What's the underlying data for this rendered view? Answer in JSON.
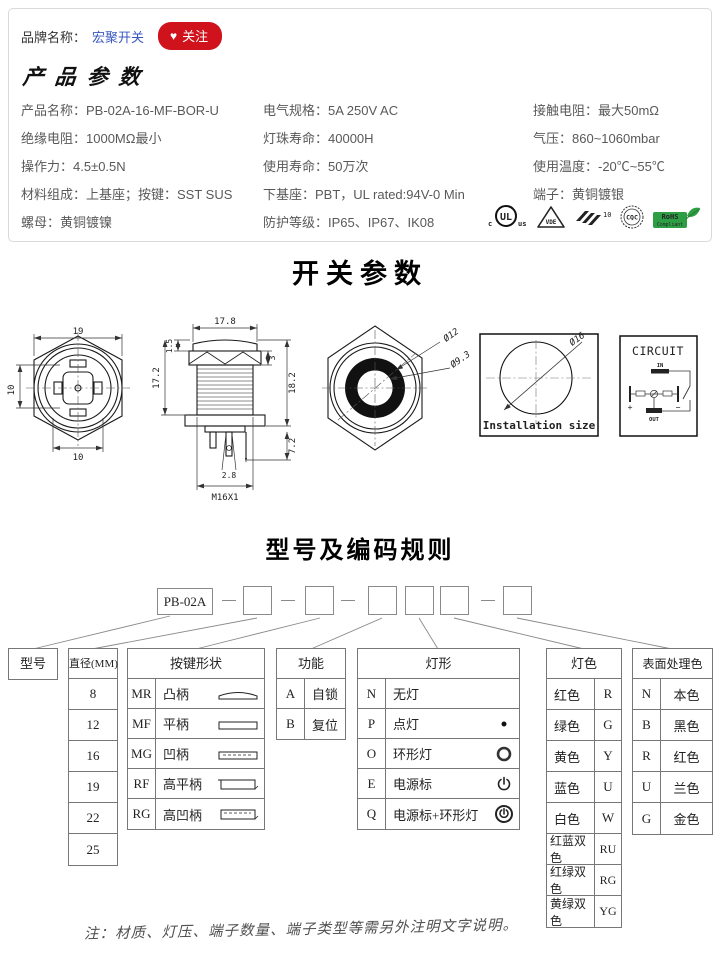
{
  "header": {
    "brand_label": "品牌名称：",
    "brand_name": "宏聚开关",
    "follow_button": "关注",
    "heart_icon": "♥"
  },
  "product_params": {
    "title": "产品参数",
    "col1": [
      "产品名称：PB-02A-16-MF-BOR-U",
      "绝缘电阻：1000MΩ最小",
      "操作力：4.5±0.5N",
      "材料组成：上基座；按键：SST SUS",
      "螺母：黄铜镀镍"
    ],
    "col2": [
      "电气规格：5A 250V AC",
      "灯珠寿命：40000H",
      "使用寿命：50万次",
      "下基座：PBT，UL rated:94V-0 Min",
      "防护等级：IP65、IP67、IK08"
    ],
    "col3": [
      "接触电阻：最大50mΩ",
      "气压：860~1060mbar",
      "使用温度：-20℃~55℃",
      "端子：黄铜镀银"
    ]
  },
  "certifications": {
    "ul_c": "c",
    "ul": "UL",
    "ul_us": "us",
    "vde": "VDE",
    "enec_num": "10",
    "cqc": "CQC",
    "rohs_line1": "RoHS",
    "rohs_line2": "Compliant"
  },
  "switch_params": {
    "title": "开关参数",
    "dims": {
      "d19": "19",
      "d10_left": "10",
      "d10_bottom": "10",
      "d15": "1.5",
      "d178": "17.8",
      "d3": "3",
      "d172": "17.2",
      "d182": "18.2",
      "d72": "7.2",
      "d28": "2.8",
      "thread": "M16X1",
      "dia12": "Ø12",
      "dia93": "Ø9.3",
      "dia16": "Ø16"
    },
    "installation_label": "Installation size",
    "circuit": {
      "title": "CIRCUIT",
      "in": "IN",
      "out": "OUT",
      "plus": "+",
      "minus": "−"
    }
  },
  "model_coding": {
    "title": "型号及编码规则",
    "prefix": "PB-02A",
    "model": {
      "header": "型号"
    },
    "diameter": {
      "header": "直径(MM)",
      "values": [
        "8",
        "12",
        "16",
        "19",
        "22",
        "25"
      ]
    },
    "button_shape": {
      "header": "按键形状",
      "rows": [
        {
          "code": "MR",
          "name": "凸柄"
        },
        {
          "code": "MF",
          "name": "平柄"
        },
        {
          "code": "MG",
          "name": "凹柄"
        },
        {
          "code": "RF",
          "name": "高平柄"
        },
        {
          "code": "RG",
          "name": "高凹柄"
        }
      ]
    },
    "function": {
      "header": "功能",
      "rows": [
        {
          "code": "A",
          "name": "自锁"
        },
        {
          "code": "B",
          "name": "复位"
        }
      ]
    },
    "lamp_shape": {
      "header": "灯形",
      "rows": [
        {
          "code": "N",
          "name": "无灯"
        },
        {
          "code": "P",
          "name": "点灯"
        },
        {
          "code": "O",
          "name": "环形灯"
        },
        {
          "code": "E",
          "name": "电源标"
        },
        {
          "code": "Q",
          "name": "电源标+环形灯"
        }
      ]
    },
    "lamp_color": {
      "header": "灯色",
      "rows": [
        {
          "name": "红色",
          "code": "R"
        },
        {
          "name": "绿色",
          "code": "G"
        },
        {
          "name": "黄色",
          "code": "Y"
        },
        {
          "name": "蓝色",
          "code": "U"
        },
        {
          "name": "白色",
          "code": "W"
        },
        {
          "name": "红蓝双色",
          "code": "RU"
        },
        {
          "name": "红绿双色",
          "code": "RG"
        },
        {
          "name": "黄绿双色",
          "code": "YG"
        }
      ]
    },
    "surface_color": {
      "header": "表面处理色",
      "rows": [
        {
          "code": "N",
          "name": "本色"
        },
        {
          "code": "B",
          "name": "黑色"
        },
        {
          "code": "R",
          "name": "红色"
        },
        {
          "code": "U",
          "name": "兰色"
        },
        {
          "code": "G",
          "name": "金色"
        }
      ]
    }
  },
  "note": "注：材质、灯压、端子数量、端子类型等需另外注明文字说明。",
  "colors": {
    "accent_red": "#cf121b",
    "brand_blue": "#3a57c0",
    "rohs_green": "#2e9e44"
  }
}
